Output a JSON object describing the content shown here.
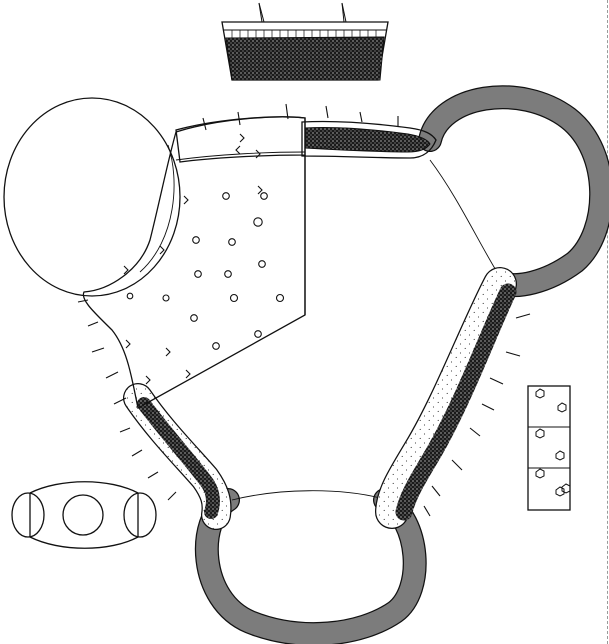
{
  "figure": {
    "type": "scientific line drawing (stippled, black and white)",
    "colors": {
      "ink": "#111111",
      "paper": "#ffffff",
      "dense_band": "#1a1a1a"
    },
    "panels": [
      "cuticle-cross-section-inset",
      "specimen-main-view",
      "small-cross-section-inset",
      "sensilla-strip-inset"
    ]
  }
}
